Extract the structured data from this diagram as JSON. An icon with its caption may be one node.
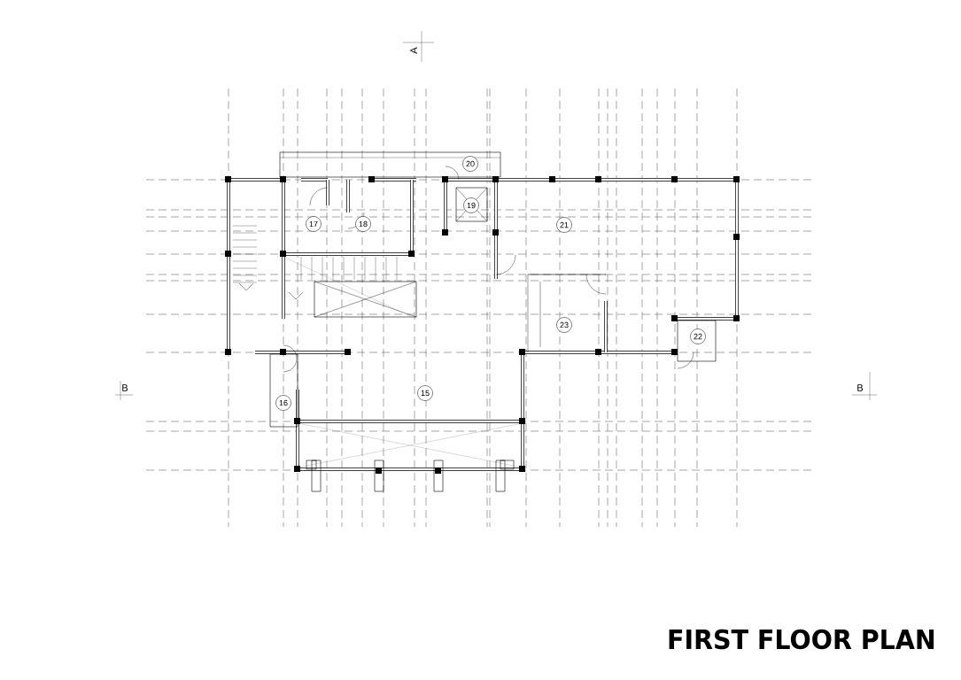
{
  "diagram": {
    "title": "FIRST FLOOR PLAN",
    "nodes": [
      {
        "text": [
          "20"
        ]
      },
      {
        "text": [
          "19"
        ]
      },
      {
        "text": [
          "17"
        ]
      },
      {
        "text": [
          "18"
        ]
      },
      {
        "text": [
          "21"
        ]
      },
      {
        "text": [
          "23"
        ]
      },
      {
        "text": [
          "22"
        ]
      },
      {
        "text": [
          "15"
        ]
      },
      {
        "text": [
          "16"
        ]
      }
    ],
    "labels": [
      "A",
      "B",
      "B"
    ]
  }
}
